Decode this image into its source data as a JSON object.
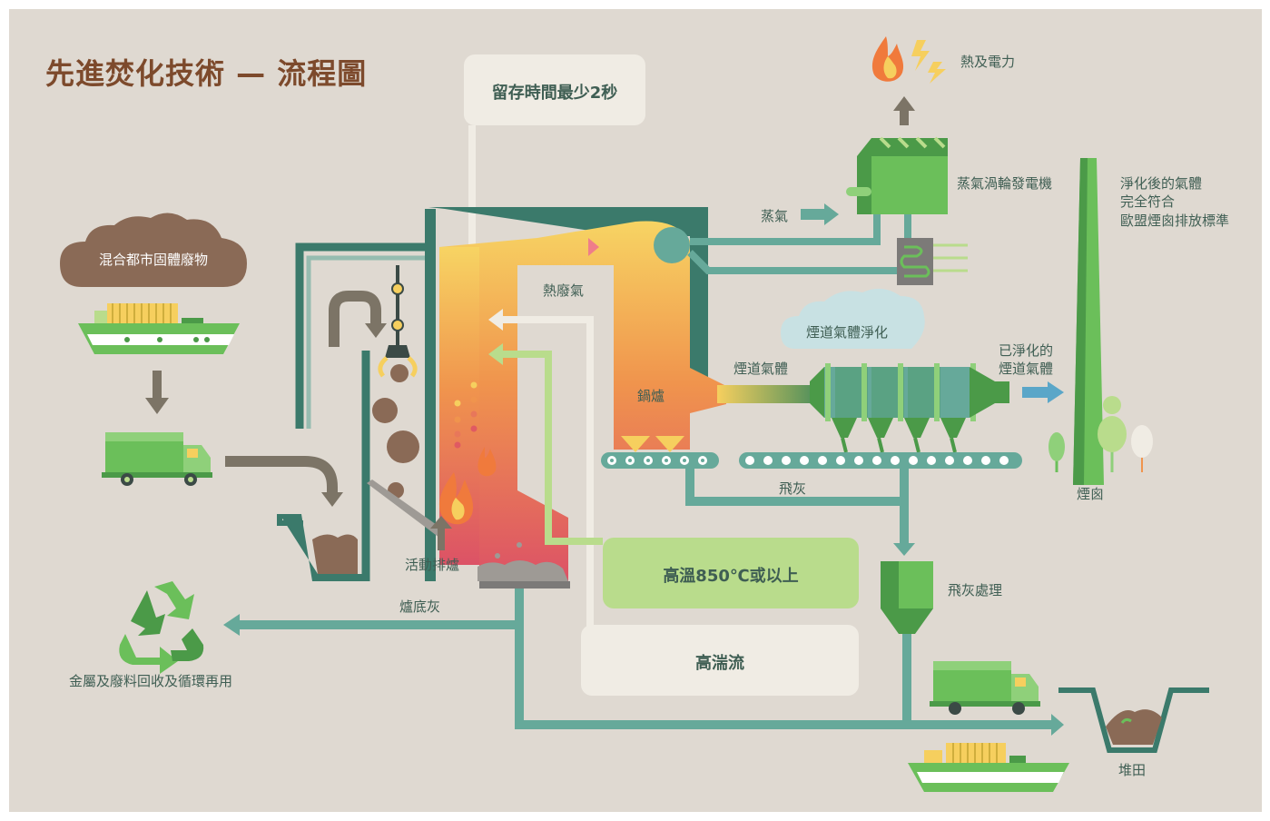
{
  "title": "先進焚化技術 — 流程圖",
  "labels": {
    "retention": "留存時間最少2秒",
    "mixed_waste": "混合都市固體廢物",
    "hot_flue_gas": "熱廢氣",
    "boiler": "鍋爐",
    "steam": "蒸氣",
    "turbine": "蒸氣渦輪發電機",
    "heat_power": "熱及電力",
    "clean_gas_note": "淨化後的氣體\n完全符合\n歐盟煙囪排放標準",
    "flue_gas_cleaning": "煙道氣體淨化",
    "flue_gas": "煙道氣體",
    "cleaned_flue_gas": "已淨化的\n煙道氣體",
    "chimney": "煙囪",
    "fly_ash": "飛灰",
    "fly_ash_treatment": "飛灰處理",
    "moving_grate": "活動排爐",
    "bottom_ash": "爐底灰",
    "high_temp": "高溫850℃或以上",
    "high_turbulence": "高湍流",
    "recycling": "金屬及廢料回收及循環再用",
    "landfill": "堆田"
  },
  "colors": {
    "background": "#dfd9d1",
    "teal_dark": "#3b7a6b",
    "teal": "#66a99a",
    "green": "#6bbf5a",
    "green_dark": "#4b9a48",
    "brown": "#8a6a56",
    "title_brown": "#7d4a2c",
    "yellow": "#f6cf5e",
    "red": "#e05a62",
    "light_box": "#f0ece4",
    "green_box": "#b9dc8c",
    "blue_arrow": "#5aa6c8",
    "gray_arrow": "#7c7466"
  }
}
